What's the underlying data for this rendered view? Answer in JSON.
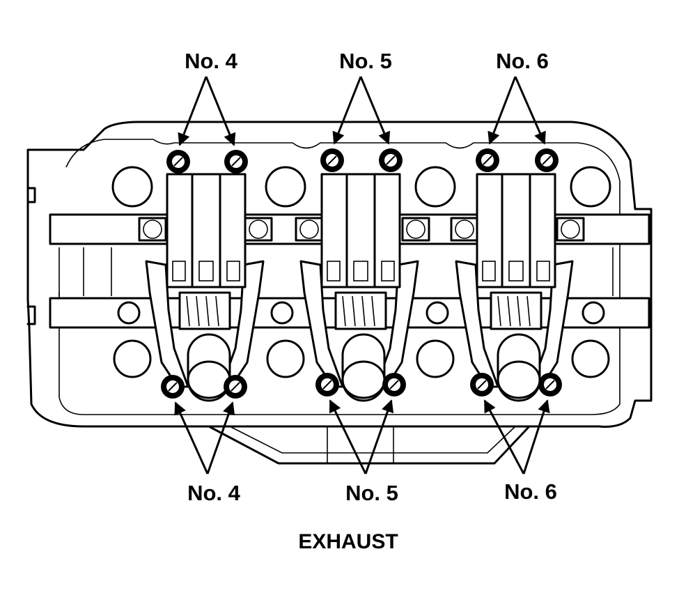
{
  "labels": {
    "top_no4": "No. 4",
    "top_no5": "No. 5",
    "top_no6": "No. 6",
    "bottom_no4": "No. 4",
    "bottom_no5": "No. 5",
    "bottom_no6": "No. 6"
  },
  "caption": "EXHAUST",
  "colors": {
    "ink": "#000000",
    "paper": "#ffffff"
  }
}
